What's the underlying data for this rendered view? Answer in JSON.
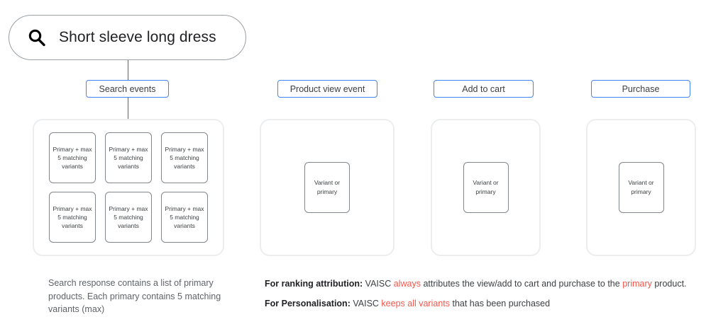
{
  "search": {
    "icon": "search-icon",
    "query": "Short sleeve long dress"
  },
  "flow": {
    "events": [
      {
        "label": "Search events"
      },
      {
        "label": "Product view event"
      },
      {
        "label": "Add to cart"
      },
      {
        "label": "Purchase"
      }
    ]
  },
  "panels": {
    "search_results": {
      "card_text": "Primary + max 5 matching variants",
      "cards": [
        "Primary + max 5 matching variants",
        "Primary + max 5 matching variants",
        "Primary + max 5 matching variants",
        "Primary + max 5 matching variants",
        "Primary + max 5 matching variants",
        "Primary + max 5 matching variants"
      ]
    },
    "product_view": {
      "card_text": "Variant or primary"
    },
    "add_to_cart": {
      "card_text": "Variant or primary"
    },
    "purchase": {
      "card_text": "Variant or primary"
    }
  },
  "captions": {
    "left": "Search response contains a list of primary products. Each primary contains 5 matching variants (max)",
    "notes": [
      {
        "label": "For ranking attribution:",
        "part1": "VAISC",
        "highlight1": "always",
        "part2": "attributes the view/add to cart and purchase to the",
        "highlight2": "primary",
        "part3": "product."
      },
      {
        "label": "For Personalisation:",
        "part1": "VAISC",
        "highlight1": "keeps all variants",
        "part2": "that has been purchased",
        "highlight2": "",
        "part3": ""
      }
    ]
  },
  "colors": {
    "accent_blue": "#4285f4",
    "highlight_red": "#f4564a",
    "panel_border": "#ebedef",
    "card_border": "#80868b",
    "text": "#3c4043"
  }
}
